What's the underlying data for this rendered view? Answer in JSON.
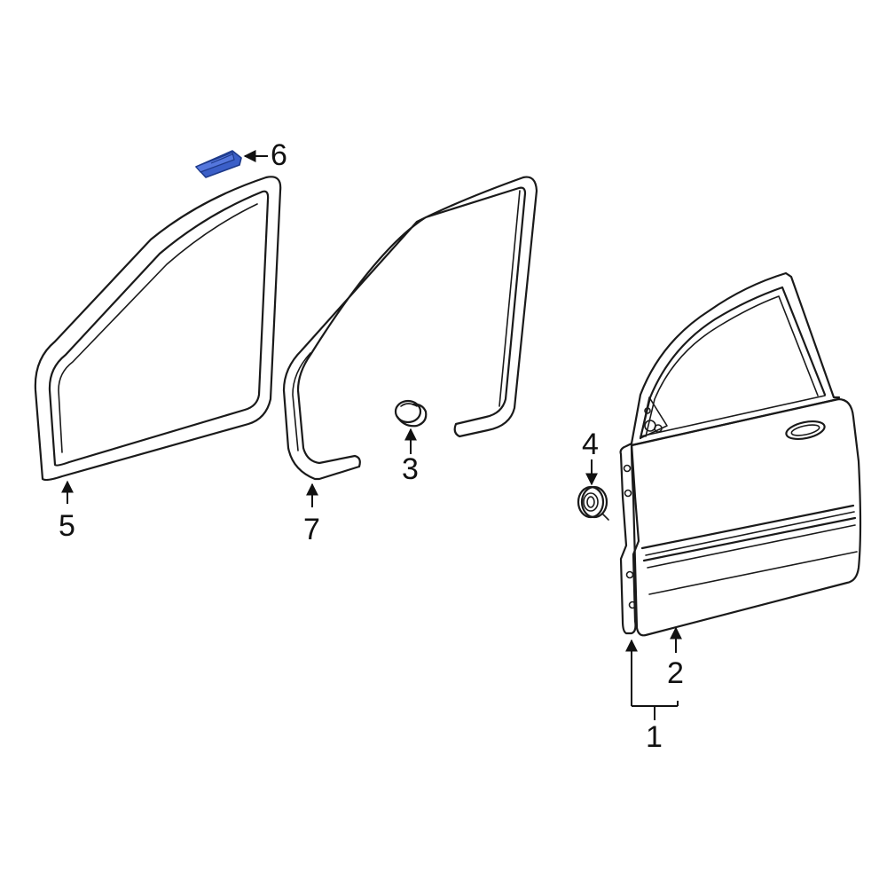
{
  "callouts": {
    "c1": "1",
    "c2": "2",
    "c3": "3",
    "c4": "4",
    "c5": "5",
    "c6": "6",
    "c7": "7"
  },
  "colors": {
    "line": "#1a1a1a",
    "highlight_fill": "#3b5fc8",
    "highlight_stroke": "#1e3a8a",
    "background": "#ffffff"
  },
  "highlighted_part": "6"
}
